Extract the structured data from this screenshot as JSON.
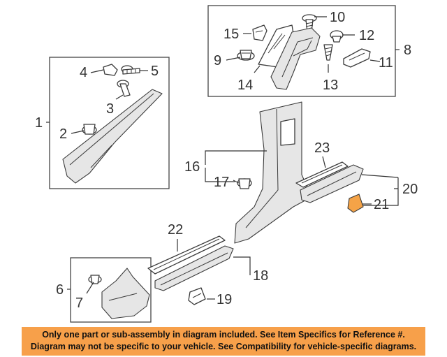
{
  "callouts": {
    "c1": "1",
    "c2": "2",
    "c3": "3",
    "c4": "4",
    "c5": "5",
    "c6": "6",
    "c7": "7",
    "c8": "8",
    "c9": "9",
    "c10": "10",
    "c11": "11",
    "c12": "12",
    "c13": "13",
    "c14": "14",
    "c15": "15",
    "c16": "16",
    "c17": "17",
    "c18": "18",
    "c19": "19",
    "c20": "20",
    "c21": "21",
    "c22": "22",
    "c23": "23"
  },
  "banner": {
    "line1": "Only one part or sub-assembly in diagram included. See Item Specifics for Reference #.",
    "line2": "Diagram may not be specific to your vehicle. See Compatibility for vehicle-specific diagrams."
  },
  "colors": {
    "banner_bg": "#f7a04a",
    "highlight_part": "#f5a347",
    "line": "#3a3a3a"
  }
}
